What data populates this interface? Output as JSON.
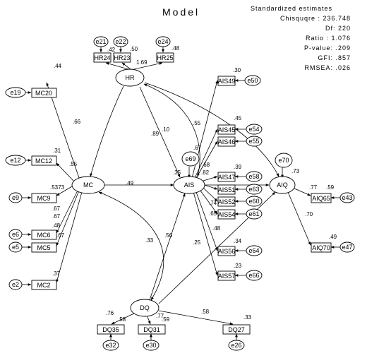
{
  "title": "Model",
  "stats": [
    "Standardized estimates",
    "Chisquqre : 236.748",
    "Df: 220",
    "Ratio : 1.076",
    "P-value: .209",
    "GFI: .857",
    "RMSEA: .026"
  ],
  "nodes": {
    "hr": "HR",
    "mc": "MC",
    "ais": "AIS",
    "aiq": "AIQ",
    "dq": "DQ",
    "hr24": "HR24",
    "hr23": "HR23",
    "hr25": "HR25",
    "mc20": "MC20",
    "mc12": "MC12",
    "mc9": "MC9",
    "mc6": "MC6",
    "mc5": "MC5",
    "mc2": "MC2",
    "ais49": "AIS49",
    "ais45": "AIS45",
    "ais46": "AIS46",
    "ais47": "AIS47",
    "ais51": "AIS51",
    "ais52": "AIS52",
    "ais54": "AIS54",
    "ais56": "AIS56",
    "ais57": "AIS57",
    "aiq65": "AIQ65",
    "aiq70": "AIQ70",
    "dq35": "DQ35",
    "dq31": "DQ31",
    "dq27": "DQ27",
    "e21": "e21",
    "e22": "e22",
    "e24": "e24",
    "e19": "e19",
    "e12": "e12",
    "e9": "e9",
    "e6": "e6",
    "e5": "e5",
    "e2": "e2",
    "e50": "e50",
    "e54": "e54",
    "e55": "e55",
    "e58": "e58",
    "e63": "e63",
    "e60": "e60",
    "e61": "e61",
    "e64": "e64",
    "e66": "e66",
    "e69": "e69",
    "e70": "e70",
    "e43": "e43",
    "e47": "e47",
    "e32": "e32",
    "e30": "e30",
    "e26": "e26"
  },
  "weights": {
    "hr_mc": ".89",
    "hr_ais": ".10",
    "mc_ais": ".49",
    "mc_dq": ".33",
    "dq_ais": ".56",
    "ais_aiq": ".39",
    "aiq_r2": ".73",
    "ais_r2": ".35",
    "hr_aiq": ".55",
    "ais_ais57": ".48",
    "ais_ais56": ".25",
    "hr24": ".42",
    "hr23": ".50",
    "hr25": ".48",
    "hr_ld": "1.69",
    "mc20": ".44",
    "mc12": ".31",
    "mc9": ".53",
    "mc6": ".48",
    "mc5": ".67",
    "mc2": ".37",
    "mc20_ld": ".66",
    "mc12_ld": ".55",
    "mc9_ld": ".73",
    "mc6_ld": ".67",
    "mc5_ld": ".67",
    "ais49": ".30",
    "ais45": ".45",
    "ais46": ".67",
    "ais54": ".34",
    "ais57": ".23",
    "ais_a": ".68",
    "ais_b": ".82",
    "ais_c": ".74",
    "ais_d": ".65",
    "aiq65": ".77",
    "aiq65_r2": ".59",
    "aiq70": ".70",
    "aiq70_r2": ".49",
    "dq35": ".76",
    "dq35_r2": ".58",
    "dq31": ".77",
    "dq31_r2": ".59",
    "dq27": ".58",
    "dq27_r2": ".33"
  }
}
